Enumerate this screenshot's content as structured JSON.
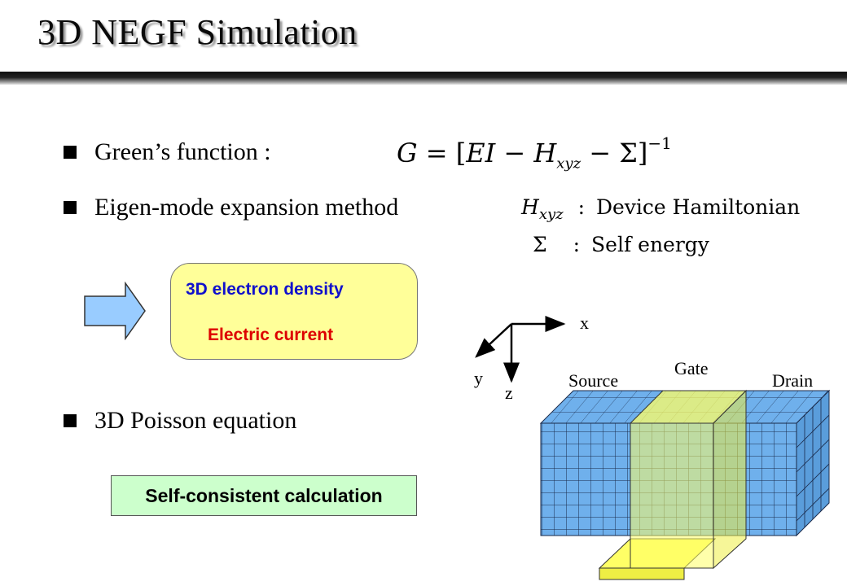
{
  "slide": {
    "title": "3D NEGF Simulation"
  },
  "bullets": [
    {
      "text": "Green’s function :"
    },
    {
      "text": "Eigen-mode expansion method"
    },
    {
      "text": "3D Poisson equation"
    }
  ],
  "equation": {
    "lhs": "G",
    "eq": "=",
    "open": "[",
    "ei": "EI",
    "minus1": "−",
    "h": "H",
    "h_sub": "xyz",
    "minus2": "−",
    "sigma": "Σ",
    "close": "]",
    "exponent": "−1"
  },
  "definitions": [
    {
      "symbol": "H",
      "sub": "xyz",
      "sep": ":",
      "text": "Device Hamiltonian"
    },
    {
      "symbol": "Σ",
      "sub": "",
      "sep": ":",
      "text": "Self energy"
    }
  ],
  "result_box": {
    "line1": "3D electron density",
    "line2": "Electric current",
    "colors": {
      "fill": "#ffff99",
      "line1": "#1010cc",
      "line2": "#dd0000"
    }
  },
  "self_consistent": {
    "label": "Self-consistent calculation",
    "fill": "#ccffcc"
  },
  "axes": {
    "x": "x",
    "y": "y",
    "z": "z"
  },
  "device": {
    "source": "Source",
    "gate": "Gate",
    "drain": "Drain",
    "colors": {
      "mesh": "#6fb0ec",
      "gate": "#ffff66"
    }
  },
  "arrow_icon": "right-block-arrow-icon",
  "arrow_color": "#99ccff"
}
